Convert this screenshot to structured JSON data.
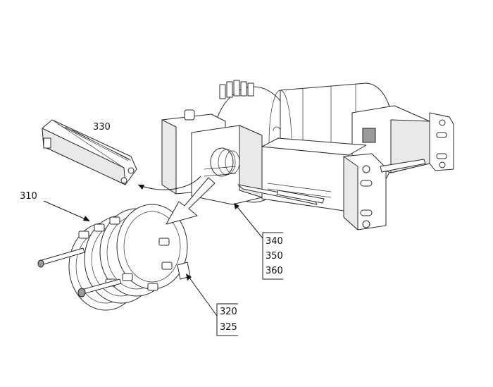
{
  "labels": {
    "l330": "330",
    "l310": "310",
    "l340": "340",
    "l350": "350",
    "l360": "360",
    "l320": "320",
    "l325": "325"
  }
}
